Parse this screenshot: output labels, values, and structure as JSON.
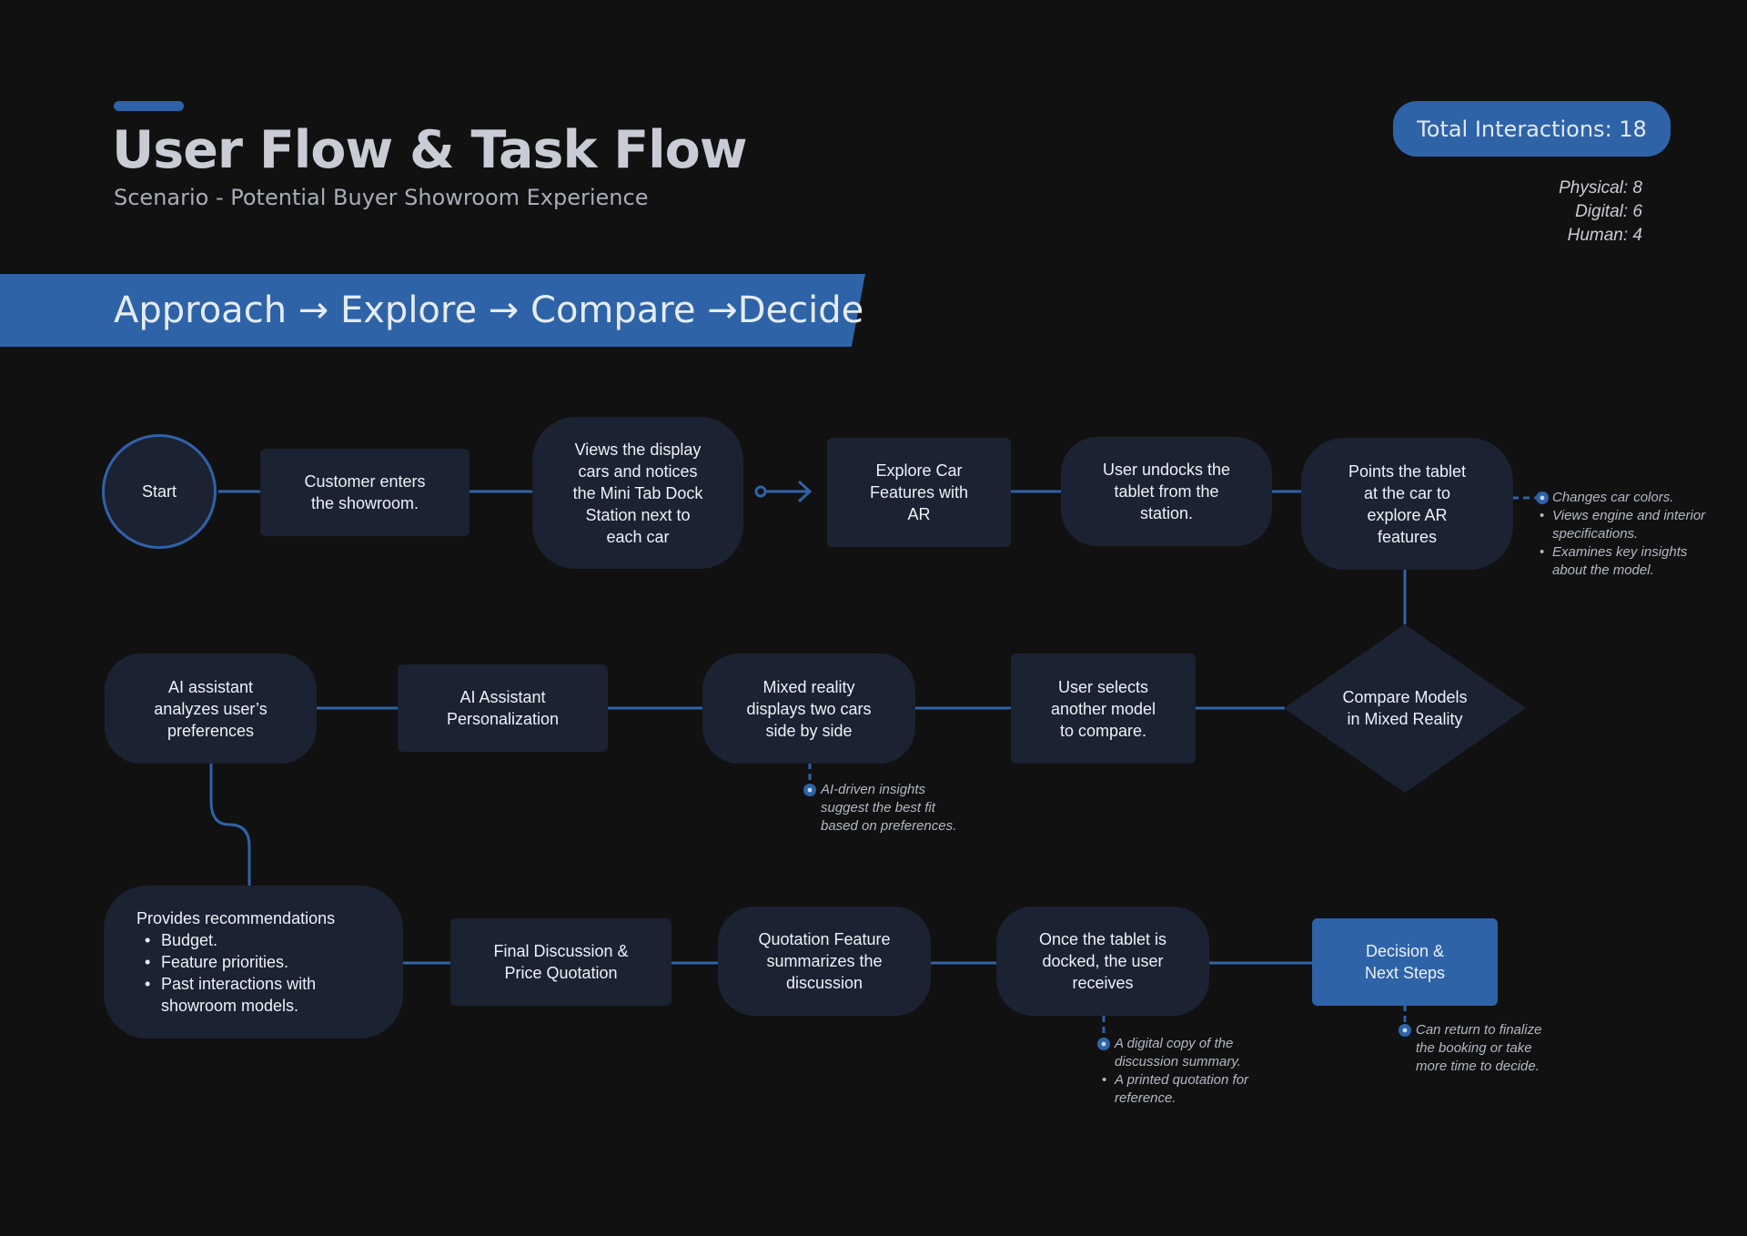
{
  "header": {
    "title": "User Flow & Task Flow",
    "subtitle": "Scenario - Potential Buyer Showroom Experience"
  },
  "summary": {
    "total_label": "Total Interactions: 18",
    "counts": [
      "Physical: 8",
      "Digital: 6",
      "Human: 4"
    ]
  },
  "banner": {
    "text": "Approach → Explore → Compare →Decide"
  },
  "nodes": {
    "start": "Start",
    "enter": "Customer enters\nthe showroom.",
    "views": "Views the display\ncars and notices\nthe Mini Tab Dock\nStation next to\neach car",
    "explore": "Explore Car\nFeatures with\nAR",
    "undock": "User undocks the\ntablet from the\nstation.",
    "points": "Points the tablet\nat the car to\nexplore AR\nfeatures",
    "compare": "Compare Models\nin Mixed Reality",
    "selects": "User selects\nanother model\nto compare.",
    "mixed": "Mixed reality\ndisplays two cars\nside by side",
    "personalization": "AI Assistant\nPersonalization",
    "analyzes": "AI assistant\nanalyzes user’s\npreferences",
    "recommendations": {
      "title": "Provides recommendations",
      "items": [
        "Budget.",
        "Feature priorities.",
        "Past interactions with showroom models."
      ]
    },
    "final": "Final Discussion &\nPrice Quotation",
    "quotation": "Quotation Feature\nsummarizes the\ndiscussion",
    "docked": "Once the tablet is\ndocked, the user\nreceives",
    "decision": "Decision &\nNext Steps"
  },
  "notes": {
    "ar": [
      "Changes car colors.",
      "Views engine and interior specifications.",
      "Examines key insights about the model."
    ],
    "mixed": [
      "AI-driven insights suggest the best fit based on preferences."
    ],
    "docked": [
      "A digital copy of the discussion summary.",
      "A printed quotation for reference."
    ],
    "decision": [
      "Can return to finalize the booking or take more time to decide."
    ]
  },
  "colors": {
    "background": "#111112",
    "accent": "#2e63a8",
    "node_fill": "#1b2232"
  }
}
